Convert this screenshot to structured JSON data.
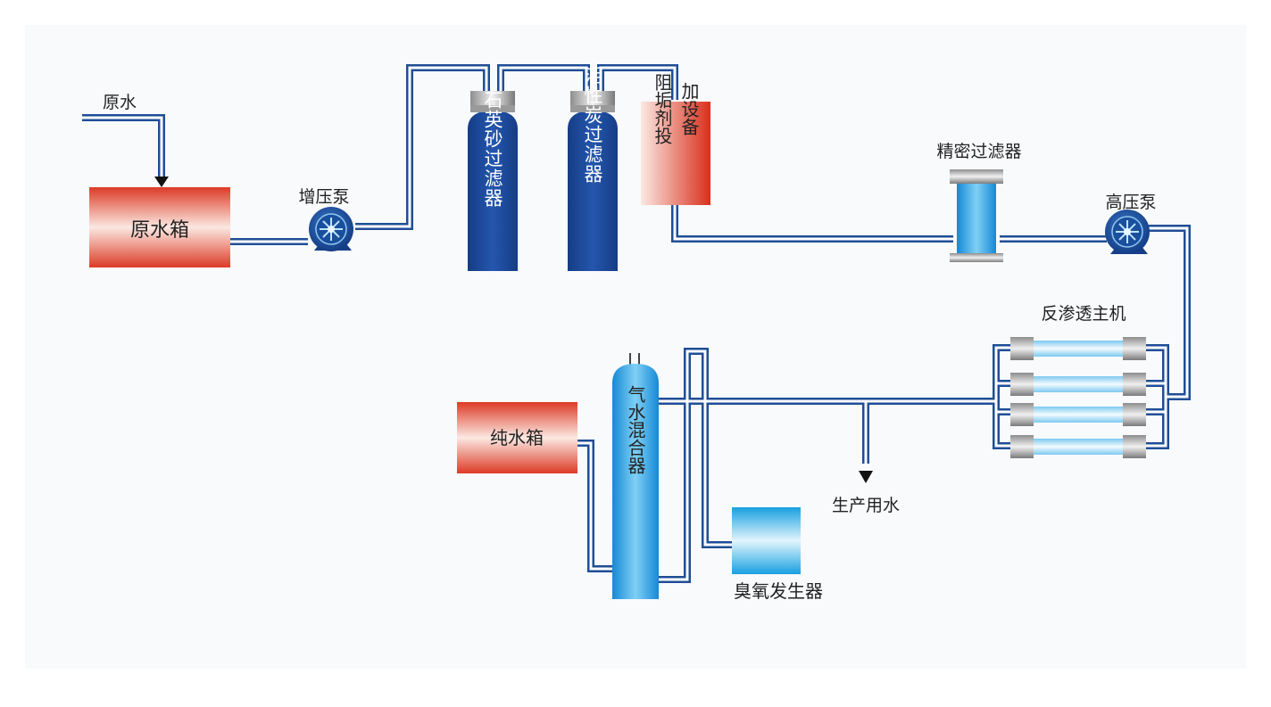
{
  "labels": {
    "raw_water": "原水",
    "raw_water_tank": "原水箱",
    "booster_pump": "增压泵",
    "quartz_filter": "石英砂过滤器",
    "carbon_filter": "活性炭过滤器",
    "dosing_left": "阻垢剂投",
    "dosing_right": "加设备",
    "precision_filter": "精密过滤器",
    "high_pressure_pump": "高压泵",
    "ro_unit": "反渗透主机",
    "pure_water_tank": "纯水箱",
    "gas_water_mixer": "气水混合器",
    "ozone_generator": "臭氧发生器",
    "production_water": "生产用水"
  },
  "colors": {
    "pipe": "#1f4e96",
    "vessel_blue": "#1e4a9a",
    "tank_red": "#e0432c",
    "light_blue": "#2aa6e0"
  }
}
